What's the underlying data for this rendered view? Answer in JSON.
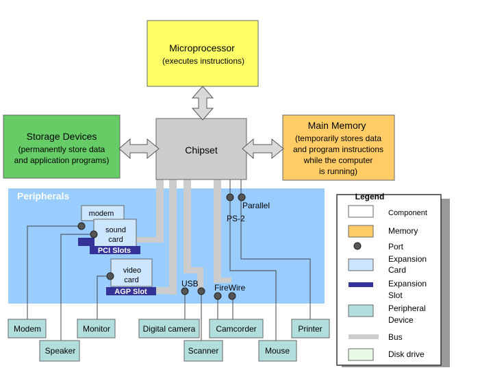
{
  "colors": {
    "microprocessor": "#ffff66",
    "storage": "#66cc66",
    "chipset": "#cccccc",
    "memory": "#ffcc66",
    "peripherals_area": "#99ccff",
    "expansion_card": "#cce6ff",
    "expansion_slot": "#333399",
    "peripheral_device": "#b3dede",
    "bus": "#cccccc",
    "port": "#555555",
    "disk_drive": "#e6fae6"
  },
  "microprocessor": {
    "title": "Microprocessor",
    "subtitle": "(executes instructions)"
  },
  "storage": {
    "title": "Storage Devices",
    "line1": "(permanently store data",
    "line2": "and application programs)"
  },
  "chipset": {
    "title": "Chipset"
  },
  "memory": {
    "title": "Main Memory",
    "line1": "(temporarily stores data",
    "line2": "and program instructions",
    "line3": "while the computer",
    "line4": "is running)"
  },
  "peripherals": {
    "title": "Peripherals",
    "modem_card": "modem",
    "sound_card_line1": "sound",
    "sound_card_line2": "card",
    "pci_slots": "PCI Slots",
    "video_card_line1": "video",
    "video_card_line2": "card",
    "agp_slot": "AGP Slot",
    "usb": "USB",
    "firewire": "FireWire",
    "parallel": "Parallel",
    "ps2": "PS-2"
  },
  "devices": {
    "modem": "Modem",
    "speaker": "Speaker",
    "monitor": "Monitor",
    "digital_camera": "Digital camera",
    "scanner": "Scanner",
    "camcorder": "Camcorder",
    "mouse": "Mouse",
    "printer": "Printer"
  },
  "legend": {
    "title": "Legend",
    "component": "Component",
    "memory": "Memory",
    "port": "Port",
    "expansion_card_line1": "Expansion",
    "expansion_card_line2": "Card",
    "expansion_slot_line1": "Expansion",
    "expansion_slot_line2": "Slot",
    "peripheral_device_line1": "Peripheral",
    "peripheral_device_line2": "Device",
    "bus": "Bus",
    "disk_drive": "Disk drive"
  }
}
